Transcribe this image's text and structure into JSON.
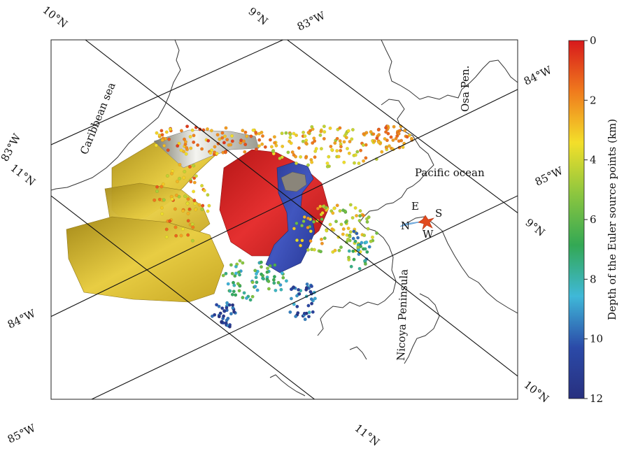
{
  "map": {
    "places": {
      "caribbean_sea": "Caribbean sea",
      "osa_pen": "Osa Pen.",
      "pacific_ocean": "Pacific ocean",
      "nicoya_peninsula": "Nicoya Peninsula"
    },
    "coordinates": {
      "lat_10n_top": "10°N",
      "lat_9n_top": "9°N",
      "lon_83w_top": "83°W",
      "lon_84w_right": "84°W",
      "lon_85w_right": "85°W",
      "lat_9n_right": "9°N",
      "lat_10n_bottom_right": "10°N",
      "lat_11n_bottom": "11°N",
      "lon_85w_left": "85°W",
      "lon_84w_left": "84°W",
      "lon_83w_left": "83°W",
      "lat_11n_left": "11°N"
    },
    "compass": {
      "n": "N",
      "e": "E",
      "s": "S",
      "w": "W"
    },
    "colors": {
      "coastline": "#333333",
      "gold_surface": "#d9b82f",
      "red_surface": "#d82424",
      "blue_surface": "#3446a6",
      "white_surface": "#e9e9e9"
    }
  },
  "colorbar": {
    "label": "Depth of the Euler source points (km)",
    "min": 0,
    "max": 12,
    "ticks": [
      "0",
      "2",
      "4",
      "6",
      "8",
      "10",
      "12"
    ],
    "stops": [
      "#d7191c",
      "#f07b1d",
      "#f3df2a",
      "#8cc63f",
      "#33a854",
      "#3fb8d8",
      "#2b4aa8",
      "#28307f"
    ]
  }
}
